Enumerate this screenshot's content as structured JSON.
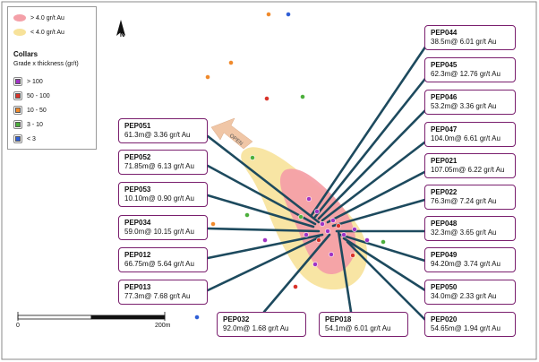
{
  "legend": {
    "zones": [
      {
        "label": "> 4.0 gr/t Au",
        "color": "#f4a0a8"
      },
      {
        "label": "< 4.0 gr/t Au",
        "color": "#f7e29a"
      }
    ],
    "collars_title": "Collars",
    "collars_subtitle": "Grade x thickness (gr/t)",
    "classes": [
      {
        "label": "> 100",
        "color": "#a033c4"
      },
      {
        "label": "50 - 100",
        "color": "#d9332a"
      },
      {
        "label": "10 - 50",
        "color": "#f08a2c"
      },
      {
        "label": "3 - 10",
        "color": "#4caf3c"
      },
      {
        "label": "< 3",
        "color": "#2f5fd6"
      }
    ]
  },
  "north_label": "N",
  "open_label": "OPEN",
  "scale": {
    "start_label": "0",
    "end_label": "200m"
  },
  "holes": [
    {
      "id": "PEP051",
      "result": "61.3m@ 3.36 gr/t Au"
    },
    {
      "id": "PEP052",
      "result": "71.85m@ 6.13 gr/t Au"
    },
    {
      "id": "PEP053",
      "result": "10.10m@ 0.90 gr/t Au"
    },
    {
      "id": "PEP034",
      "result": "59.0m@ 10.15 gr/t Au"
    },
    {
      "id": "PEP012",
      "result": "66.75m@ 5.64 gr/t Au"
    },
    {
      "id": "PEP013",
      "result": "77.3m@ 7.68 gr/t Au"
    },
    {
      "id": "PEP032",
      "result": "92.0m@ 1.68 gr/t Au"
    },
    {
      "id": "PEP018",
      "result": "54.1m@ 6.01 gr/t Au"
    },
    {
      "id": "PEP044",
      "result": "38.5m@ 6.01 gr/t Au"
    },
    {
      "id": "PEP045",
      "result": "62.3m@ 12.76 gr/t Au"
    },
    {
      "id": "PEP046",
      "result": "53.2m@ 3.36 gr/t Au"
    },
    {
      "id": "PEP047",
      "result": "104.0m@ 6.61 gr/t Au"
    },
    {
      "id": "PEP021",
      "result": "107.05m@ 6.22 gr/t Au"
    },
    {
      "id": "PEP022",
      "result": "76.3m@ 7.24 gr/t Au"
    },
    {
      "id": "PEP048",
      "result": "32.3m@ 3.65 gr/t Au"
    },
    {
      "id": "PEP049",
      "result": "94.20m@ 3.74 gr/t Au"
    },
    {
      "id": "PEP050",
      "result": "34.0m@ 2.33 gr/t Au"
    },
    {
      "id": "PEP020",
      "result": "54.65m@ 1.94 gr/t Au"
    }
  ]
}
